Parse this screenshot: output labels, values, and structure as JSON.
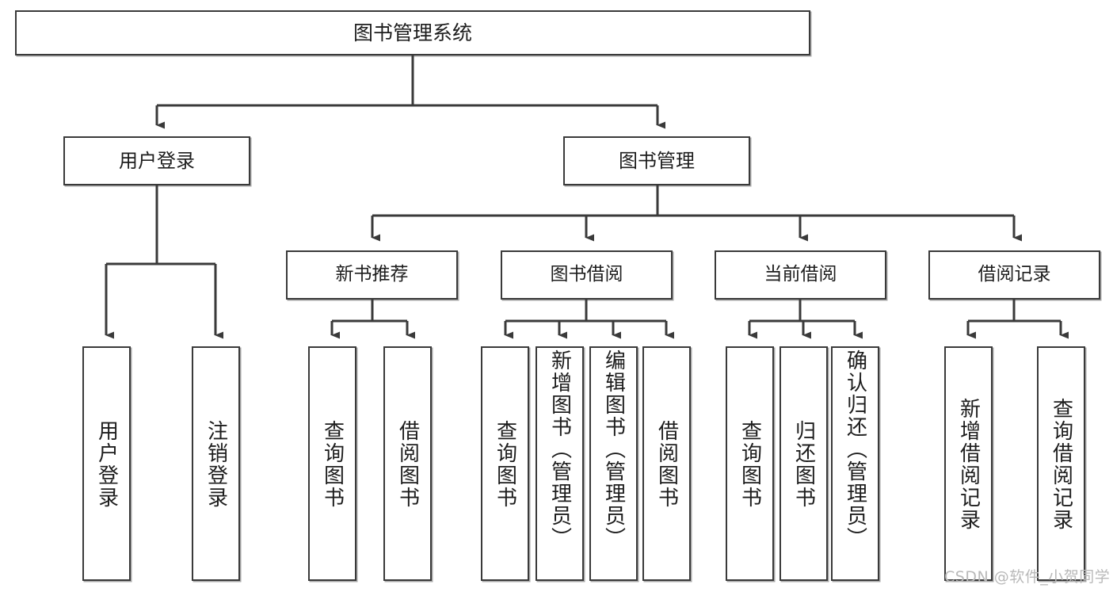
{
  "diagram": {
    "type": "tree-hierarchy",
    "title": "图书管理系统",
    "watermark": "CSDN @软件_小贺同学",
    "colors": {
      "node_border": "#3a3a3a",
      "node_fill": "#ffffff",
      "edge": "#3a3a3a",
      "text": "#1d1d1d",
      "watermark": "#b9b9b9"
    },
    "nodes": {
      "root": {
        "label": "图书管理系统"
      },
      "level2": [
        {
          "id": "user-login",
          "label": "用户登录"
        },
        {
          "id": "book-manage",
          "label": "图书管理"
        }
      ],
      "level3": [
        {
          "id": "new-book-recommend",
          "label": "新书推荐"
        },
        {
          "id": "book-borrow",
          "label": "图书借阅"
        },
        {
          "id": "current-borrow",
          "label": "当前借阅"
        },
        {
          "id": "borrow-record",
          "label": "借阅记录"
        }
      ],
      "leaves": {
        "user_login": [
          {
            "id": "leaf-user-login",
            "label": "用户登录"
          },
          {
            "id": "leaf-logout-login",
            "label": "注销登录"
          }
        ],
        "new_book_recommend": [
          {
            "id": "leaf-query-book-1",
            "label": "查询图书"
          },
          {
            "id": "leaf-borrow-book-1",
            "label": "借阅图书"
          }
        ],
        "book_borrow": [
          {
            "id": "leaf-query-book-2",
            "label": "查询图书"
          },
          {
            "id": "leaf-add-book",
            "label": "新增图书（管理员）"
          },
          {
            "id": "leaf-edit-book",
            "label": "编辑图书（管理员）"
          },
          {
            "id": "leaf-borrow-book-2",
            "label": "借阅图书"
          }
        ],
        "current_borrow": [
          {
            "id": "leaf-query-book-3",
            "label": "查询图书"
          },
          {
            "id": "leaf-return-book",
            "label": "归还图书"
          },
          {
            "id": "leaf-confirm-return",
            "label": "确认归还（管理员）"
          }
        ],
        "borrow_record": [
          {
            "id": "leaf-add-record",
            "label": "新增借阅记录"
          },
          {
            "id": "leaf-query-record",
            "label": "查询借阅记录"
          }
        ]
      }
    }
  }
}
